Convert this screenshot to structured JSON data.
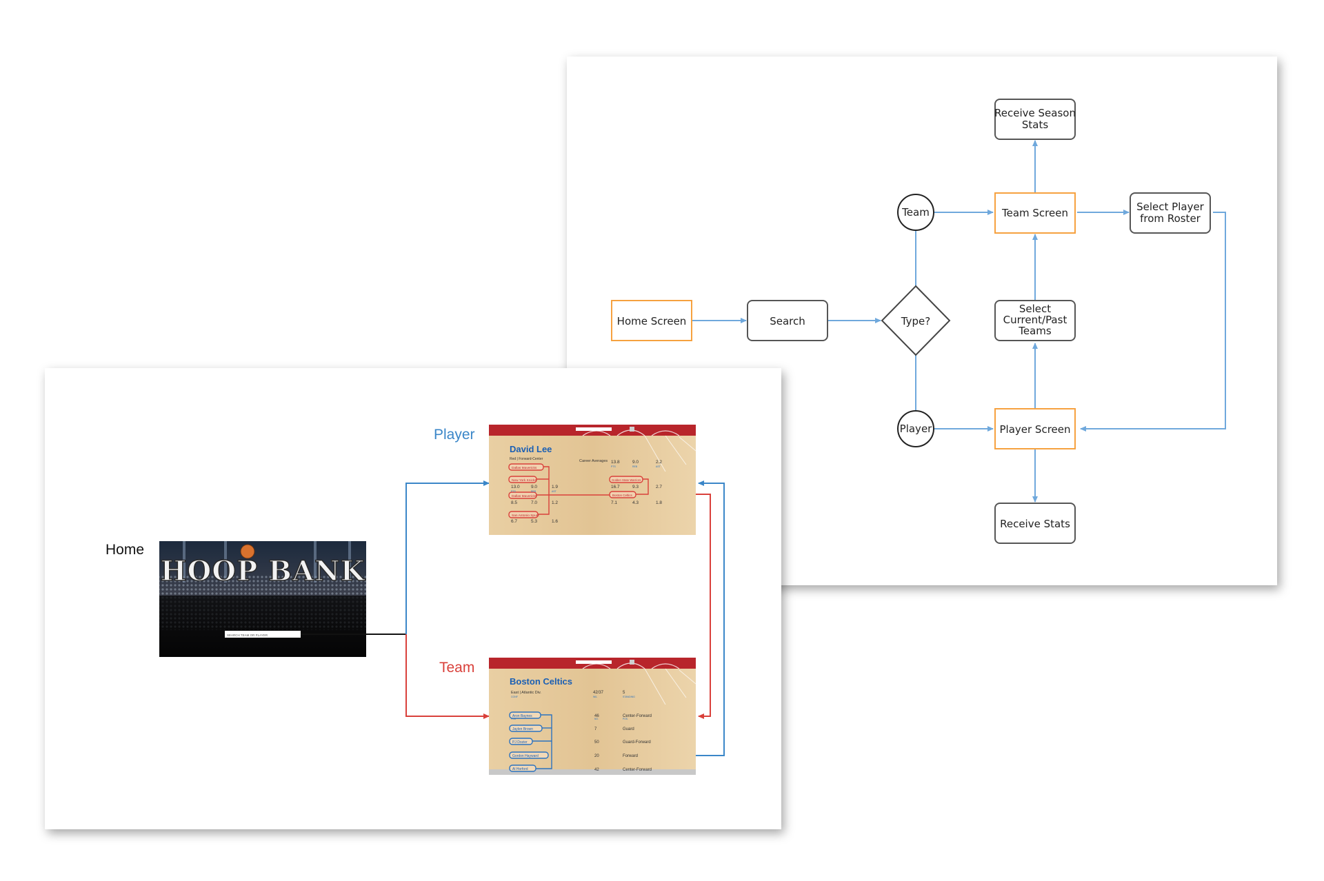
{
  "flowchart": {
    "nodes": {
      "receive_season_stats": "Receive Season Stats",
      "team_circle": "Team",
      "team_screen": "Team Screen",
      "select_player_roster": "Select Player from Roster",
      "home_screen": "Home Screen",
      "search": "Search",
      "type_decision": "Type?",
      "select_current_past_teams": "Select Current/Past Teams",
      "player_circle": "Player",
      "player_screen": "Player Screen",
      "receive_stats": "Receive Stats"
    }
  },
  "wireflow": {
    "home_label": "Home",
    "player_label": "Player",
    "team_label": "Team",
    "home_logo": "HOOP BANK",
    "search_placeholder": "SEARCH TEAM OR PLAYER",
    "player_screen": {
      "name": "David Lee",
      "position": "Red | Forward-Center",
      "career_heading": "Career Averages",
      "teams": [
        "Dallas Mavericks",
        "New York Knicks",
        "Dallas Mavericks",
        "San Antonio Spurs",
        "Golden State Warriors",
        "Boston Celtics"
      ],
      "stats_left": [
        {
          "ppg": "13.0",
          "rpg": "9.0",
          "apg": "1.9"
        },
        {
          "ppg": "8.5",
          "rpg": "7.0",
          "apg": "1.2"
        },
        {
          "ppg": "6.7",
          "rpg": "5.3",
          "apg": "1.6"
        }
      ],
      "stats_right": [
        {
          "ppg": "13.8",
          "rpg": "9.0",
          "apg": "2.2"
        },
        {
          "ppg": "16.7",
          "rpg": "9.3",
          "apg": "2.7"
        },
        {
          "ppg": "7.1",
          "rpg": "4.3",
          "apg": "1.8"
        }
      ],
      "stat_labels": [
        "PTS",
        "REB",
        "AST"
      ]
    },
    "team_screen": {
      "name": "Boston Celtics",
      "conference": "East | Atlantic Div.",
      "conf_label": "CONF",
      "record": "42/37",
      "record_label": "W/L",
      "standing": "5",
      "standing_label": "STANDING",
      "roster": [
        {
          "name": "Aron Baynes",
          "number": "46",
          "position": "Center-Forward"
        },
        {
          "name": "Jaylen Brown",
          "number": "7",
          "position": "Guard"
        },
        {
          "name": "PJ Dozier",
          "number": "50",
          "position": "Guard-Forward"
        },
        {
          "name": "Gordon Hayward",
          "number": "20",
          "position": "Forward"
        },
        {
          "name": "Al Horford",
          "number": "42",
          "position": "Center-Forward"
        }
      ],
      "col_labels": [
        "POS",
        "NO.",
        "POS."
      ]
    }
  },
  "colors": {
    "flow_blue": "#6fa8dc",
    "orange": "#f6a13f",
    "red": "#d9403a",
    "wire_blue": "#3a86c8",
    "court": "#e6c89a",
    "header_red": "#b8252b"
  }
}
